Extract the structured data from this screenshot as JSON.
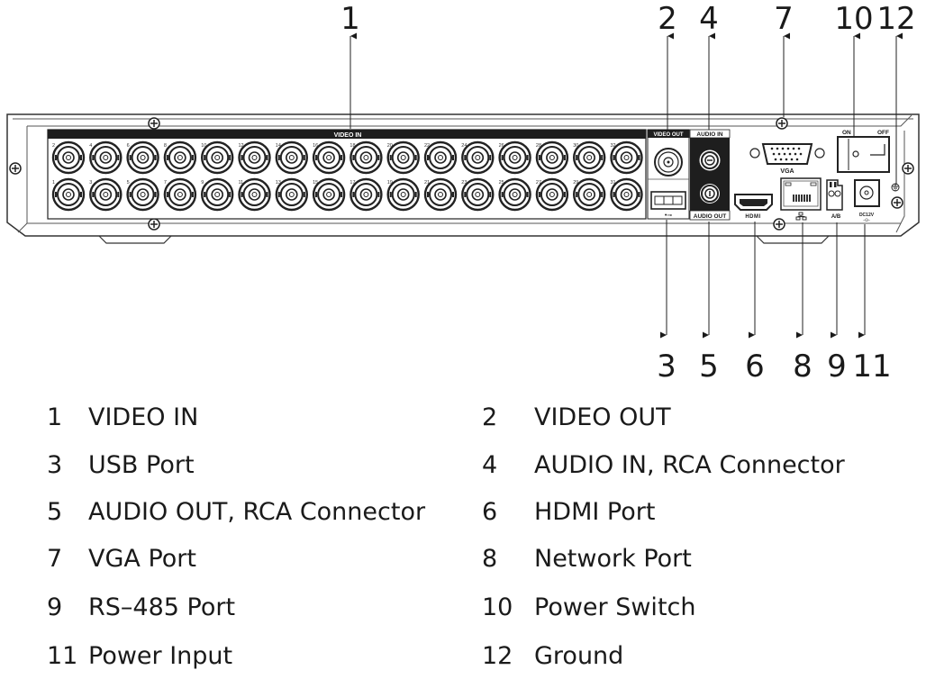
{
  "diagram": {
    "title": "DVR Rear Panel",
    "panel_labels": {
      "video_in": "VIDEO IN",
      "video_out": "VIDEO OUT",
      "audio_in": "AUDIO IN",
      "audio_out": "AUDIO OUT",
      "vga": "VGA",
      "hdmi": "HDMI",
      "rs485": "A/B",
      "dc": "DC12V",
      "on": "ON",
      "off": "OFF"
    },
    "video_in_channels_top": [
      "2",
      "4",
      "6",
      "8",
      "10",
      "12",
      "14",
      "16",
      "18",
      "20",
      "22",
      "24",
      "26",
      "28",
      "30",
      "32"
    ],
    "video_in_channels_bottom": [
      "1",
      "3",
      "5",
      "7",
      "9",
      "11",
      "13",
      "15",
      "17",
      "19",
      "21",
      "23",
      "25",
      "27",
      "29",
      "31"
    ],
    "callouts_top": [
      {
        "num": "1",
        "target": "VIDEO IN"
      },
      {
        "num": "2",
        "target": "VIDEO OUT"
      },
      {
        "num": "4",
        "target": "AUDIO IN"
      },
      {
        "num": "7",
        "target": "VGA"
      },
      {
        "num": "10",
        "target": "Power Switch"
      },
      {
        "num": "12",
        "target": "Ground"
      }
    ],
    "callouts_bottom": [
      {
        "num": "3",
        "target": "USB"
      },
      {
        "num": "5",
        "target": "AUDIO OUT"
      },
      {
        "num": "6",
        "target": "HDMI"
      },
      {
        "num": "8",
        "target": "Network"
      },
      {
        "num": "9",
        "target": "RS-485"
      },
      {
        "num": "11",
        "target": "Power Input"
      }
    ]
  },
  "legend": {
    "left": [
      {
        "num": "1",
        "label": "VIDEO IN"
      },
      {
        "num": "3",
        "label": "USB Port"
      },
      {
        "num": "5",
        "label": "AUDIO OUT, RCA Connector"
      },
      {
        "num": "7",
        "label": "VGA Port"
      },
      {
        "num": "9",
        "label": "RS–485 Port"
      },
      {
        "num": "11",
        "label": "Power Input"
      }
    ],
    "right": [
      {
        "num": "2",
        "label": "VIDEO OUT"
      },
      {
        "num": "4",
        "label": "AUDIO IN, RCA Connector"
      },
      {
        "num": "6",
        "label": "HDMI Port"
      },
      {
        "num": "8",
        "label": "Network Port"
      },
      {
        "num": "10",
        "label": "Power Switch"
      },
      {
        "num": "12",
        "label": "Ground"
      }
    ]
  }
}
